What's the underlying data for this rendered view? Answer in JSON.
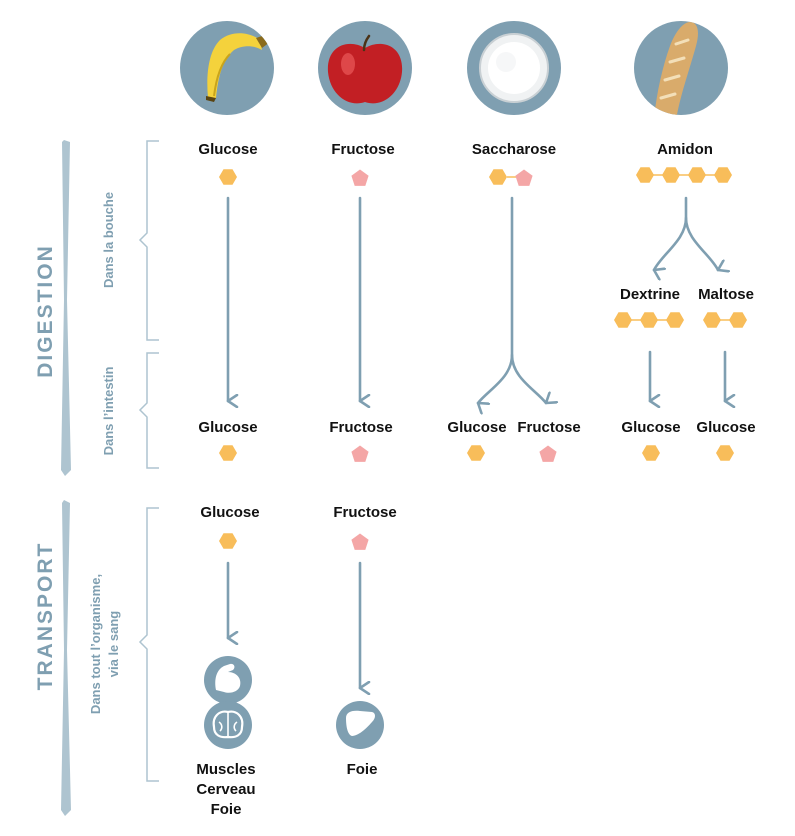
{
  "colors": {
    "accent": "#7f9fb1",
    "accent_light": "#aec4d0",
    "glucose": "#f8bd5a",
    "fructose": "#f4a6a6",
    "text": "#111111"
  },
  "sections": {
    "digestion": "DIGESTION",
    "transport": "TRANSPORT"
  },
  "stages": {
    "mouth": "Dans la bouche",
    "intestine": "Dans l’intestin",
    "body_line1": "Dans tout l’organisme,",
    "body_line2": "via le sang"
  },
  "foods": [
    {
      "icon": "banana-icon",
      "label": "Glucose"
    },
    {
      "icon": "apple-icon",
      "label": "Fructose"
    },
    {
      "icon": "sugar-bowl-icon",
      "label": "Saccharose"
    },
    {
      "icon": "bread-icon",
      "label": "Amidon"
    }
  ],
  "mouth_products": {
    "left": "Dextrine",
    "right": "Maltose"
  },
  "intestine_products": [
    "Glucose",
    "Fructose",
    "Glucose",
    "Fructose",
    "Glucose",
    "Glucose"
  ],
  "transport": {
    "glucose": "Glucose",
    "fructose": "Fructose",
    "glucose_targets": [
      "Muscles",
      "Cerveau",
      "Foie"
    ],
    "fructose_target": "Foie"
  }
}
